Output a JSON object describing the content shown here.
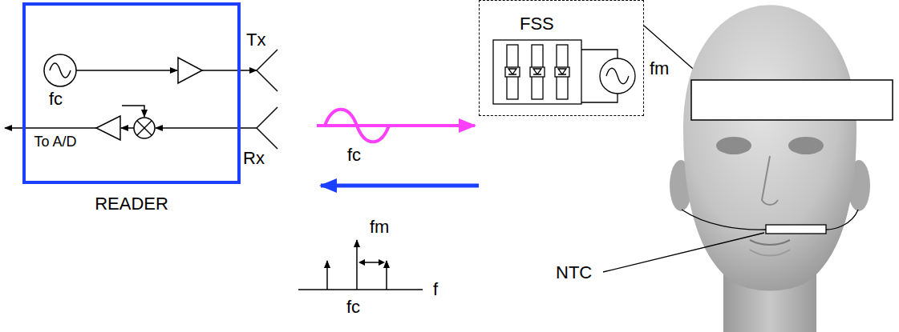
{
  "diagram": {
    "nodes": [
      {
        "text": [
          "READER"
        ]
      },
      {
        "text": [
          "FSS"
        ]
      }
    ],
    "labels": [
      "Tx",
      "Rx",
      "fc",
      "To A/D",
      "fc",
      "fm",
      "fc",
      "f",
      "fm",
      "NTC"
    ]
  }
}
